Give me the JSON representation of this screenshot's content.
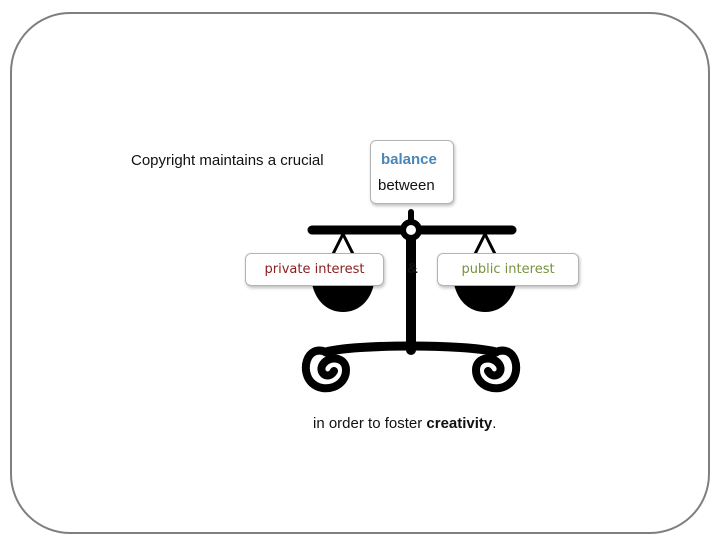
{
  "slide": {
    "lead_text": "Copyright maintains a crucial",
    "balance_word": "balance",
    "between_word": "between",
    "private_label": "private interest",
    "ampersand": "&",
    "public_label": "public interest",
    "closing_prefix": "in order to foster",
    "closing_emphasis": "creativity",
    "closing_suffix": "."
  },
  "colors": {
    "balance": "#4a86b8",
    "private": "#8b1e1e",
    "public": "#77933c",
    "frame": "#7f7f7f"
  },
  "icons": [
    "balance-scale-icon"
  ]
}
